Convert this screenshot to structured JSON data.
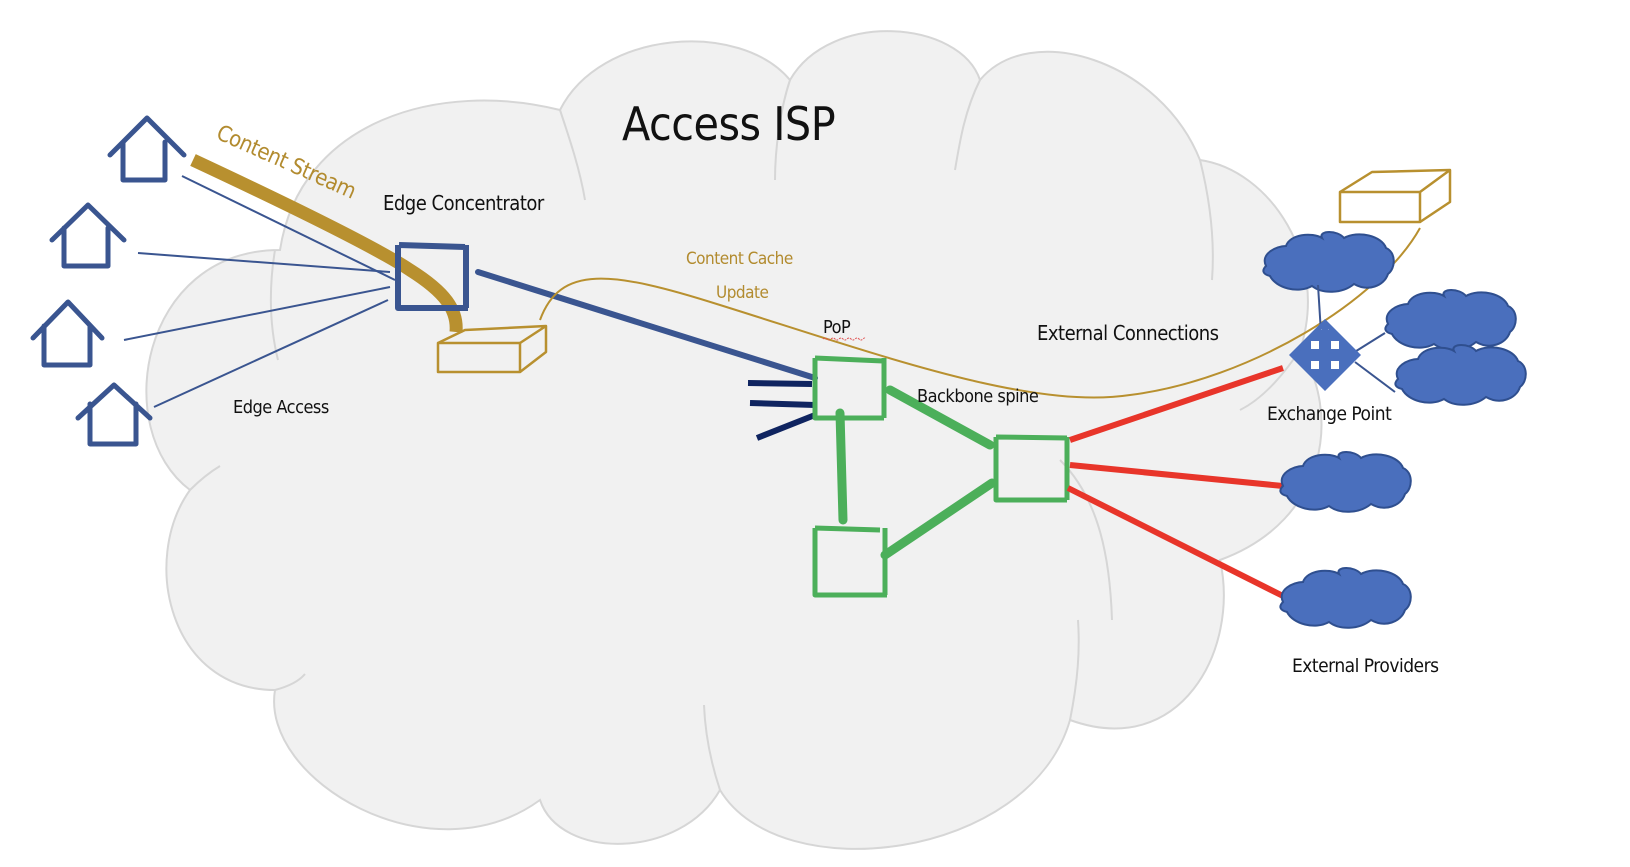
{
  "title": "Access ISP",
  "labels": {
    "content_stream": "Content Stream",
    "edge_concentrator": "Edge Concentrator",
    "edge_access": "Edge Access",
    "content_cache_update_line1": "Content Cache",
    "content_cache_update_line2": "Update",
    "pop": "PoP",
    "backbone_spine": "Backbone spine",
    "external_connections": "External Connections",
    "exchange_point": "Exchange Point",
    "external_providers": "External Providers"
  },
  "nodes": {
    "homes": [
      "home-1",
      "home-2",
      "home-3",
      "home-4"
    ],
    "edge_concentrator": "edge-concentrator",
    "edge_cache": "edge-content-cache",
    "pop_router": "pop-router",
    "backbone_routers": [
      "backbone-router-bottom",
      "backbone-router-right"
    ],
    "exchange_point": "exchange-point",
    "external_cache": "external-content-cache",
    "exchange_peer_clouds": 3,
    "external_provider_clouds": 2
  },
  "colors": {
    "cloud_fill": "#f1f1f1",
    "cloud_outline": "#d6d6d6",
    "access_blue": "#3a5590",
    "pop_feed_navy": "#0f2460",
    "content_gold": "#b8902f",
    "backbone_green": "#4caf5a",
    "external_red": "#e8352a",
    "provider_cloud_blue": "#4a6fbd"
  }
}
